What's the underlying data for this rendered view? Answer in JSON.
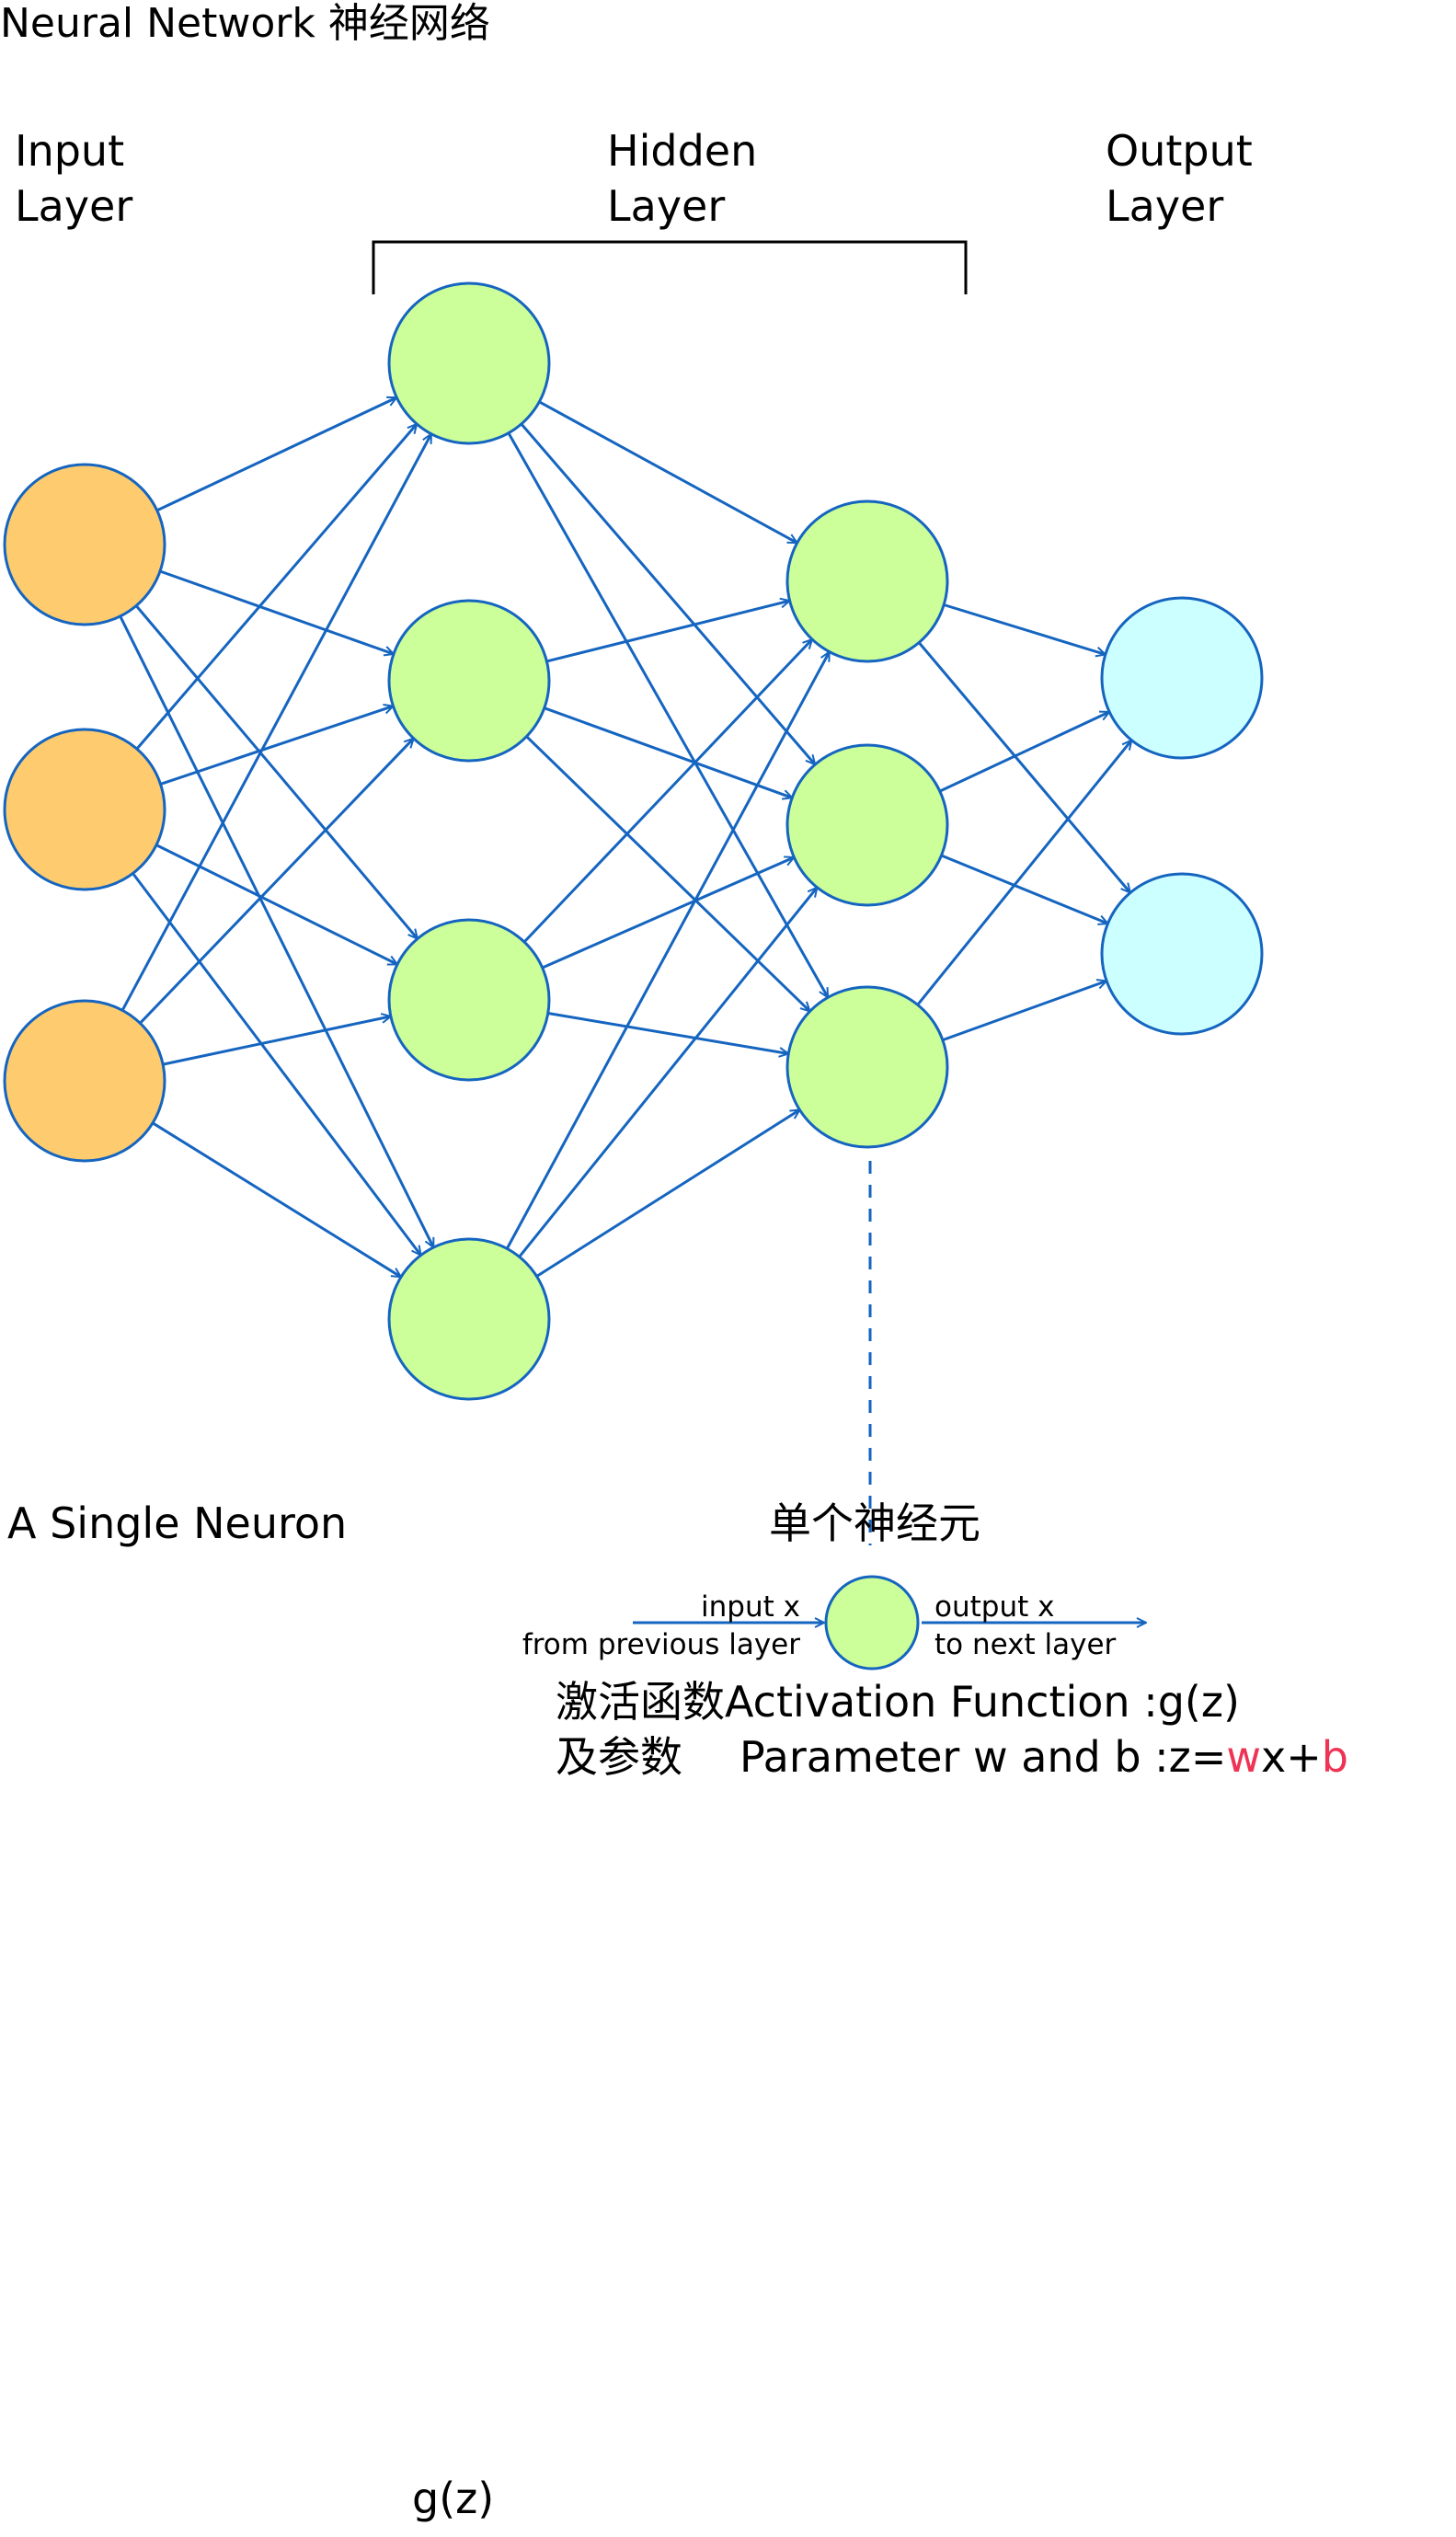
{
  "title": "Neural Network 神经网络",
  "layers": {
    "input_line1": "Input",
    "input_line2": "Layer",
    "hidden_line1": "Hidden",
    "hidden_line2": "Layer",
    "output_line1": "Output",
    "output_line2": "Layer"
  },
  "single_neuron": {
    "heading": "A Single Neuron",
    "heading_cn": "单个神经元",
    "input_label_1": "input x",
    "input_label_2": "from previous layer",
    "output_label_1": "output x",
    "output_label_2": "to next layer",
    "activation_line": "激活函数Activation Function :g(z)",
    "param_prefix": "及参数",
    "param_text": "Parameter w and b :z=",
    "param_w": "w",
    "param_x_plus": "x+",
    "param_b": "b"
  },
  "bottom_label": "g(z)",
  "colors": {
    "input_node": "#FECC6E",
    "hidden_node": "#CCFF99",
    "output_node": "#CCFFFF",
    "node_stroke": "#1565C0",
    "edge": "#1565C0",
    "highlight": "#ee3355"
  },
  "network": {
    "layer_sizes": [
      3,
      4,
      3,
      2
    ]
  }
}
